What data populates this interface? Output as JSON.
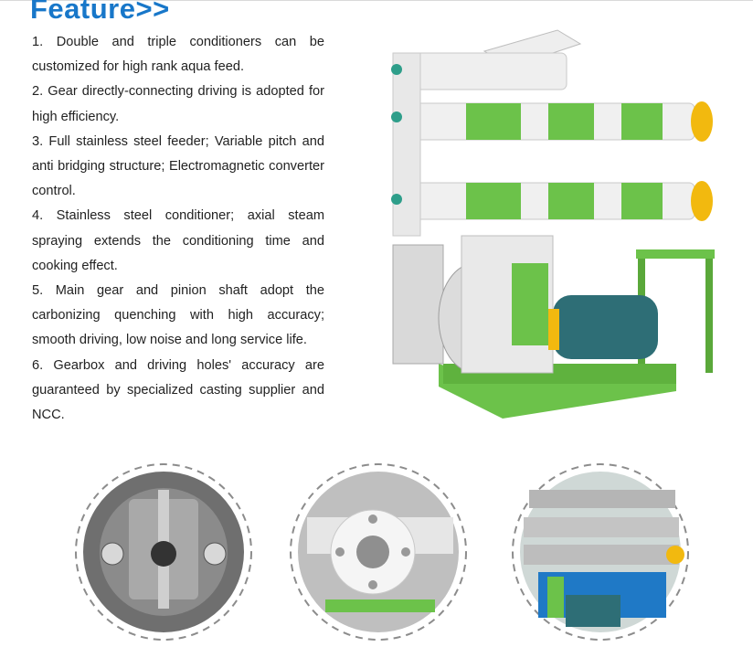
{
  "header": {
    "title": "Feature>>"
  },
  "features": [
    "1. Double and triple conditioners can be customized for high rank aqua feed.",
    "2. Gear directly-connecting driving is adopted for high efficiency.",
    "3. Full stainless steel feeder; Variable pitch and anti bridging structure; Electromagnetic converter control.",
    "4. Stainless steel conditioner; axial steam spraying extends the conditioning time and cooking effect.",
    "5. Main gear and pinion shaft adopt the carbonizing quenching with high accuracy; smooth driving, low noise and long service life.",
    "6. Gearbox and driving holes' accuracy are guaranteed by specialized casting supplier and NCC."
  ],
  "images": {
    "machine": "pellet-mill-machine",
    "detail_1": "ring-die-roller-closeup",
    "detail_2": "flange-inlet-closeup",
    "detail_3": "conditioner-assembly-closeup"
  },
  "colors": {
    "title": "#1877c9",
    "green": "#6cc24a",
    "white": "#f2f2f2",
    "motor": "#2e6e76",
    "yellow": "#f2b90f"
  }
}
